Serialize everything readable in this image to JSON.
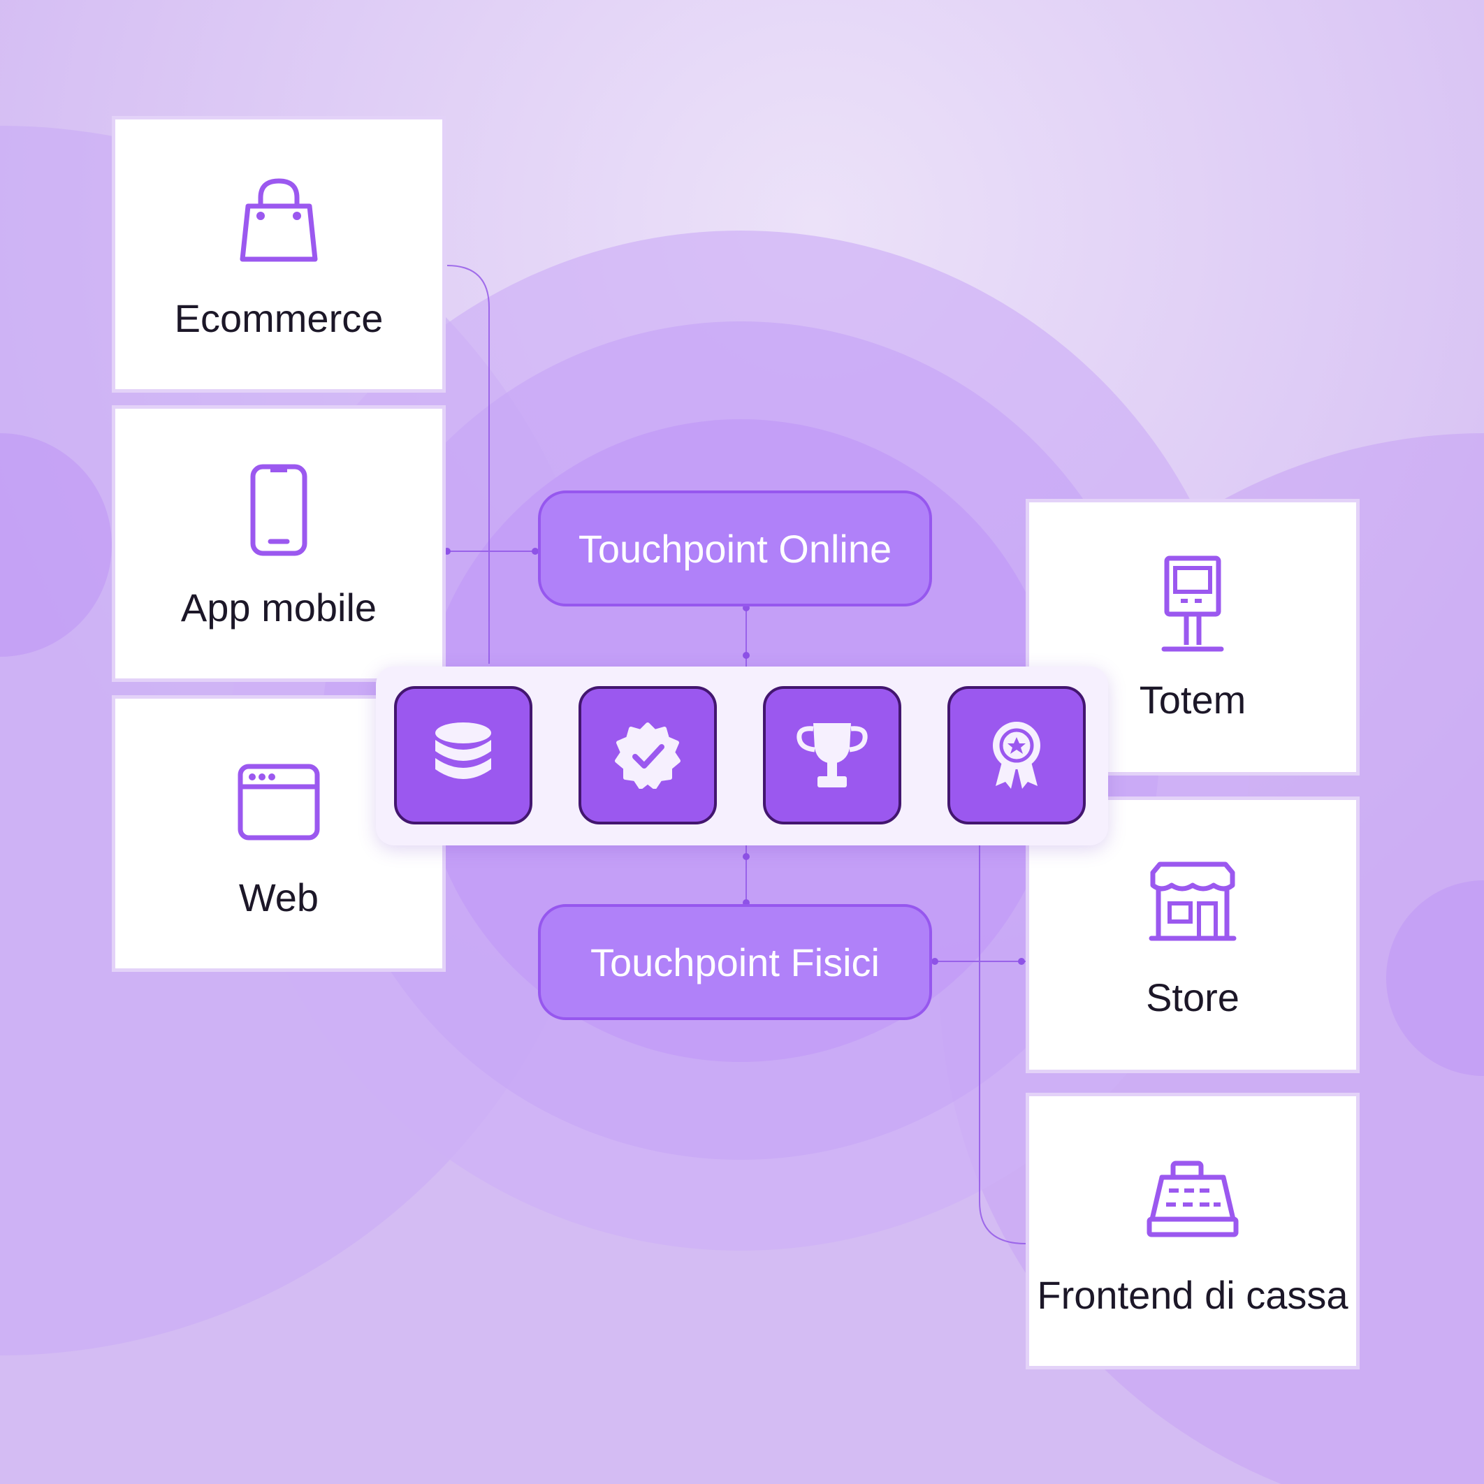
{
  "left_touchpoints": [
    {
      "label": "Ecommerce",
      "icon": "shopping-bag-icon"
    },
    {
      "label": "App mobile",
      "icon": "smartphone-icon"
    },
    {
      "label": "Web",
      "icon": "browser-window-icon"
    }
  ],
  "right_touchpoints": [
    {
      "label": "Totem",
      "icon": "kiosk-totem-icon"
    },
    {
      "label": "Store",
      "icon": "storefront-icon"
    },
    {
      "label": "Frontend di cassa",
      "icon": "cash-register-icon"
    }
  ],
  "hubs": {
    "online": "Touchpoint Online",
    "physical": "Touchpoint Fisici"
  },
  "core_features": [
    {
      "icon": "database-coins-icon"
    },
    {
      "icon": "verified-badge-icon"
    },
    {
      "icon": "trophy-icon"
    },
    {
      "icon": "award-ribbon-icon"
    }
  ],
  "colors": {
    "accent": "#9b58ef",
    "accent_dark": "#43166f",
    "hub_fill": "#b081f9",
    "background": "#d4bcf3"
  }
}
